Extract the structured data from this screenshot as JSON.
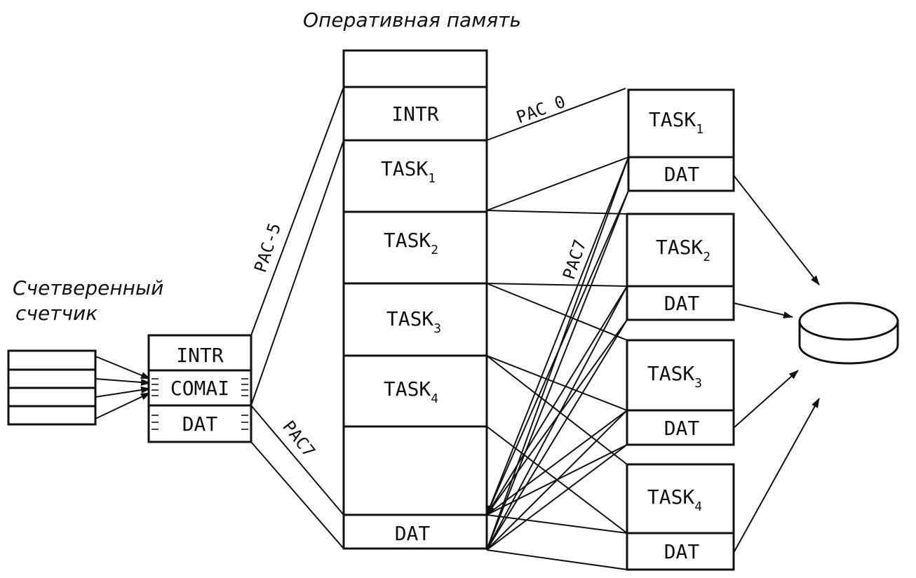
{
  "titles": {
    "ram": "Оперативная память",
    "counter_line1": "Счетверенный",
    "counter_line2": "счетчик"
  },
  "device": {
    "intr": "INTR",
    "comai": "COMAI",
    "dat": "DAT"
  },
  "memory": {
    "intr": "INTR",
    "dat": "DAT",
    "tasks": [
      {
        "name": "TASK",
        "sub": "1"
      },
      {
        "name": "TASK",
        "sub": "2"
      },
      {
        "name": "TASK",
        "sub": "3"
      },
      {
        "name": "TASK",
        "sub": "4"
      }
    ]
  },
  "task_blocks": [
    {
      "name": "TASK",
      "sub": "1",
      "dat": "DAT"
    },
    {
      "name": "TASK",
      "sub": "2",
      "dat": "DAT"
    },
    {
      "name": "TASK",
      "sub": "3",
      "dat": "DAT"
    },
    {
      "name": "TASK",
      "sub": "4",
      "dat": "DAT"
    }
  ],
  "wire_labels": {
    "pac5": "PAC-5",
    "pac7_lower": "PAC7",
    "pac0": "PAC 0",
    "pac7_mid": "PAC7"
  }
}
